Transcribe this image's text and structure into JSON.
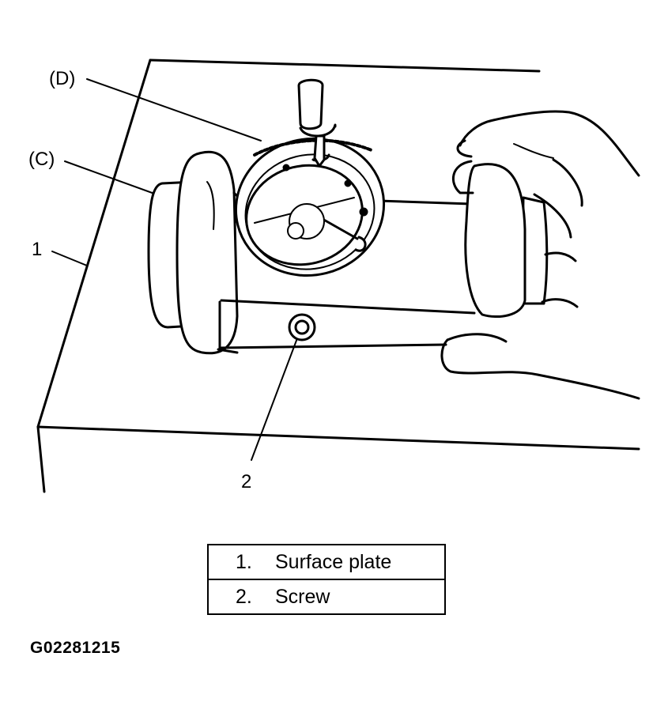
{
  "callouts": {
    "d": "(D)",
    "c": "(C)",
    "one": "1",
    "two": "2"
  },
  "legend": [
    {
      "number": "1.",
      "text": "Surface plate"
    },
    {
      "number": "2.",
      "text": "Screw"
    }
  ],
  "figure_id": "G02281215"
}
